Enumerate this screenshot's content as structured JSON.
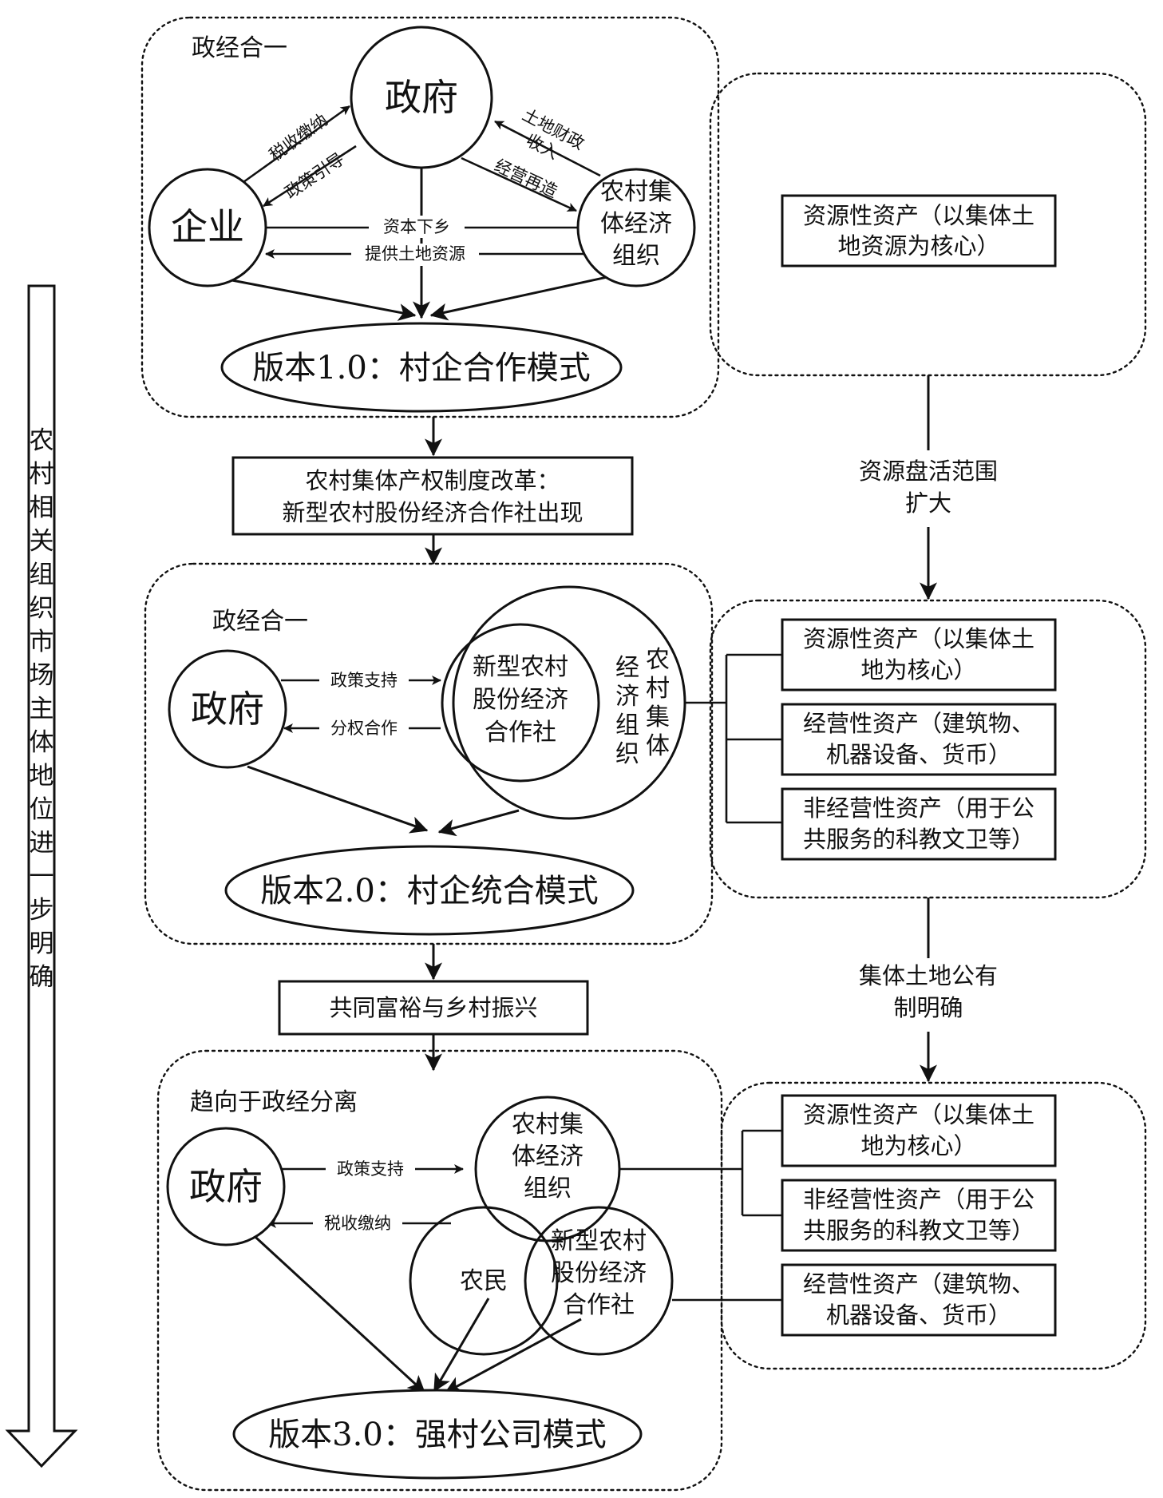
{
  "side_arrow": {
    "text": "农村相关组织市场主体地位进一步明确"
  },
  "v1": {
    "label": "政经合一",
    "gov": "政府",
    "ent": "企业",
    "coll": [
      "农村集",
      "体经济",
      "组织"
    ],
    "arrow_tax": "税收缴纳",
    "arrow_policy": "政策引导",
    "arrow_land_fiscal": [
      "土地财政",
      "收入"
    ],
    "arrow_reinvest": "经营再造",
    "arrow_capital": "资本下乡",
    "arrow_land": "提供土地资源",
    "oval": "版本1.0：村企合作模式",
    "asset": [
      "资源性资产（以集体土",
      "地资源为核心）"
    ]
  },
  "t1": {
    "box": [
      "农村集体产权制度改革：",
      "新型农村股份经济合作社出现"
    ],
    "right": [
      "资源盘活范围",
      "扩大"
    ]
  },
  "v2": {
    "label": "政经合一",
    "gov": "政府",
    "coop": [
      "新型农村",
      "股份经济",
      "合作社"
    ],
    "coll_col1": "农村集体",
    "coll_col2": "经济组织",
    "arrow_support": "政策支持",
    "arrow_share": "分权合作",
    "oval": "版本2.0：村企统合模式",
    "assets": [
      [
        "资源性资产（以集体土",
        "地为核心）"
      ],
      [
        "经营性资产（建筑物、",
        "机器设备、货币）"
      ],
      [
        "非经营性资产（用于公",
        "共服务的科教文卫等）"
      ]
    ]
  },
  "t2": {
    "box": "共同富裕与乡村振兴",
    "right": [
      "集体土地公有",
      "制明确"
    ]
  },
  "v3": {
    "label": "趋向于政经分离",
    "gov": "政府",
    "coll": [
      "农村集",
      "体经济",
      "组织"
    ],
    "farmer": "农民",
    "coop": [
      "新型农村",
      "股份经济",
      "合作社"
    ],
    "arrow_support": "政策支持",
    "arrow_tax": "税收缴纳",
    "oval": "版本3.0：强村公司模式",
    "assets": [
      [
        "资源性资产（以集体土",
        "地为核心）"
      ],
      [
        "非经营性资产（用于公",
        "共服务的科教文卫等）"
      ],
      [
        "经营性资产（建筑物、",
        "机器设备、货币）"
      ]
    ]
  }
}
